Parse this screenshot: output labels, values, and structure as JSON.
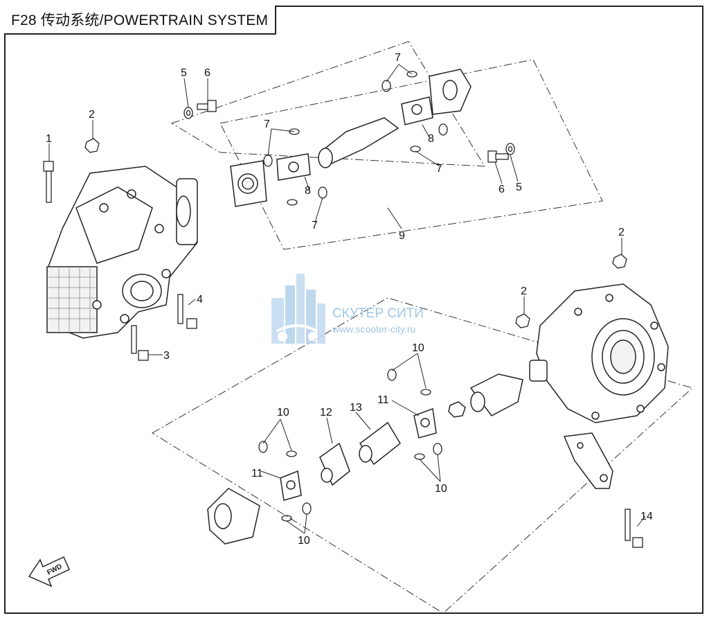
{
  "title": "F28 传动系统/POWERTRAIN SYSTEM",
  "watermark": {
    "name": "СКУТЕР СИТИ",
    "url": "www.scooter-city.ru"
  },
  "direction_label": "FWD",
  "callouts": {
    "c1": "1",
    "c2a": "2",
    "c2b": "2",
    "c2c": "2",
    "c3": "3",
    "c4": "4",
    "c5a": "5",
    "c5b": "5",
    "c6a": "6",
    "c6b": "6",
    "c7a": "7",
    "c7b": "7",
    "c7c": "7",
    "c7d": "7",
    "c8a": "8",
    "c8b": "8",
    "c9": "9",
    "c10a": "10",
    "c10b": "10",
    "c10c": "10",
    "c10d": "10",
    "c11a": "11",
    "c11b": "11",
    "c12": "12",
    "c13": "13",
    "c14": "14"
  }
}
